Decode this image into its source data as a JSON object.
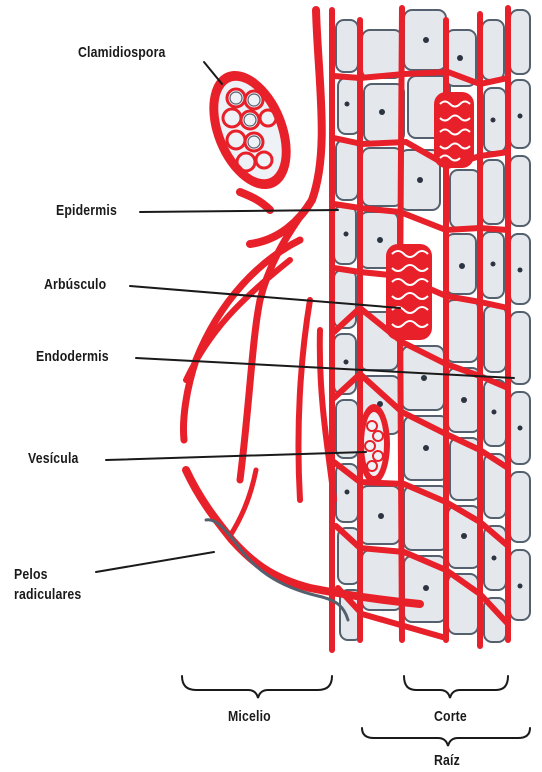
{
  "labels": {
    "clamidiospora": "Clamidiospora",
    "epidermis": "Epidermis",
    "arbusculo": "Arbúsculo",
    "endodermis": "Endodermis",
    "vesicula": "Vesícula",
    "pelos_line1": "Pelos",
    "pelos_line2": "radiculares"
  },
  "brackets": {
    "micelio": "Micelio",
    "corte": "Corte",
    "raiz": "Raíz"
  },
  "colors": {
    "hypha": "#e8202a",
    "cell_fill": "#e4e7ec",
    "cell_outline": "#55606e",
    "nucleus": "#2b3440",
    "ink": "#1a1a1a"
  }
}
